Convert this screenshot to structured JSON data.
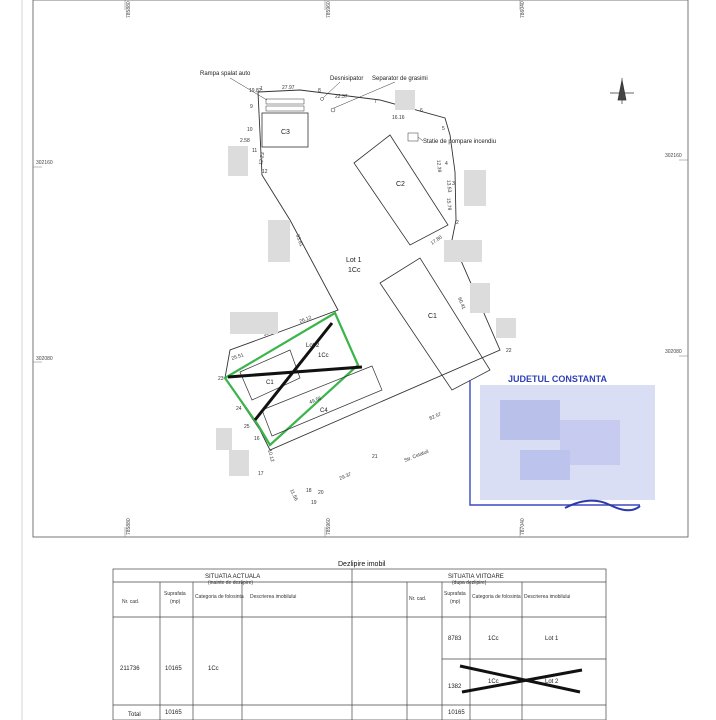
{
  "plan": {
    "labels": {
      "rampa": "Rampa spalat auto",
      "desnisipator": "Desnisipator",
      "separator": "Separator de grasimi",
      "statie": "Statie de pompare incendiu",
      "lot1": "Lot 1",
      "lot1_cat": "1Cc",
      "lot2": "Lot 2",
      "lot2_cat": "1Cc",
      "c1": "C1",
      "c1_small": "C1",
      "c2": "C2",
      "c3": "C3",
      "c4": "C4",
      "street": "Str. Cetatuii"
    },
    "grid": {
      "top_left": "785880",
      "top_mid": "785960",
      "top_right": "786040",
      "left_upper": "302160",
      "left_lower": "302080",
      "right_upper": "302160",
      "right_lower": "302080",
      "bottom_left": "785880",
      "bottom_mid": "785960",
      "bottom_right": "787040"
    },
    "dims": {
      "d1": "27.97",
      "d2": "22.37",
      "d3": "19.82",
      "d4": "16.16",
      "d5": "2.58",
      "d6": "12.23",
      "d7": "12.39",
      "d8": "13.53",
      "d9": "15.79",
      "d10": "17.80",
      "d11": "93.81",
      "d12": "60.41",
      "d13": "25.51",
      "d14": "49.56",
      "d15": "82.57",
      "d16": "29.37",
      "d17": "11.56",
      "d18": "10.12",
      "d19": "26.12",
      "d20": "30.91"
    },
    "points": [
      "1",
      "2",
      "3",
      "4",
      "5",
      "6",
      "7",
      "8",
      "9",
      "10",
      "11",
      "12",
      "16",
      "17",
      "18",
      "19",
      "20",
      "21",
      "22",
      "23",
      "24",
      "25"
    ],
    "stamp": "JUDETUL CONSTANTA"
  },
  "table": {
    "title": "Dezlipire imobil",
    "actual_header": "SITUATIA ACTUALA",
    "actual_sub": "(inainte de dezlipire)",
    "viitoare_header": "SITUATIA VIITOARE",
    "viitoare_sub": "(dupa dezlipire)",
    "col_nrcad": "Nr. cad.",
    "col_suprafata": "Suprafata",
    "col_mp": "(mp)",
    "col_categoria": "Categoria de folosinta",
    "col_descrierea": "Descrierea imobilului",
    "col_nrcad2": "Nr. cad.",
    "col_suprafata2": "Suprafata",
    "col_mp2": "(mp)",
    "col_categoria2": "Categoria de folosinta",
    "col_descrierea2": "Descrierea imobilului",
    "row_nrcad": "211736",
    "row_suprafata": "10165",
    "row_categoria": "1Cc",
    "v1_suprafata": "8783",
    "v1_categoria": "1Cc",
    "v1_descriere": "Lot 1",
    "v2_suprafata": "1382",
    "v2_categoria": "1Cc",
    "v2_descriere": "Lot 2",
    "total_label": "Total",
    "total_actual": "10165",
    "total_viitoare": "10165"
  }
}
